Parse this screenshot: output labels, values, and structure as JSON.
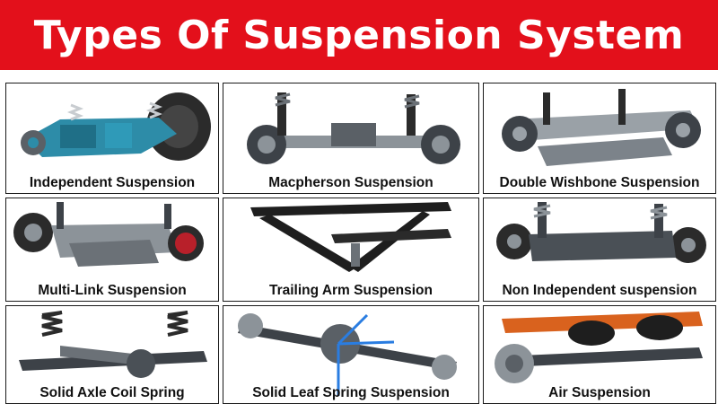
{
  "title": "Types Of Suspension System",
  "colors": {
    "banner": "#e3101b",
    "title_text": "#ffffff",
    "steel": "#8c9399",
    "dark_steel": "#3d4248",
    "teal": "#2d8ca8",
    "orange": "#d9621e",
    "tire": "#2b2b2b",
    "axis_blue": "#2a7de1"
  },
  "panels": [
    {
      "label": "Independent Suspension",
      "icon": "independent-suspension-illustration"
    },
    {
      "label": "Macpherson Suspension",
      "icon": "macpherson-suspension-illustration"
    },
    {
      "label": "Double Wishbone Suspension",
      "icon": "double-wishbone-suspension-illustration"
    },
    {
      "label": "Multi-Link Suspension",
      "icon": "multi-link-suspension-illustration"
    },
    {
      "label": "Trailing Arm Suspension",
      "icon": "trailing-arm-suspension-illustration"
    },
    {
      "label": "Non Independent suspension",
      "icon": "non-independent-suspension-illustration"
    },
    {
      "label": "Solid Axle Coil Spring",
      "icon": "solid-axle-coil-spring-illustration"
    },
    {
      "label": "Solid Leaf Spring Suspension",
      "icon": "solid-leaf-spring-suspension-illustration"
    },
    {
      "label": "Air Suspension",
      "icon": "air-suspension-illustration"
    }
  ]
}
